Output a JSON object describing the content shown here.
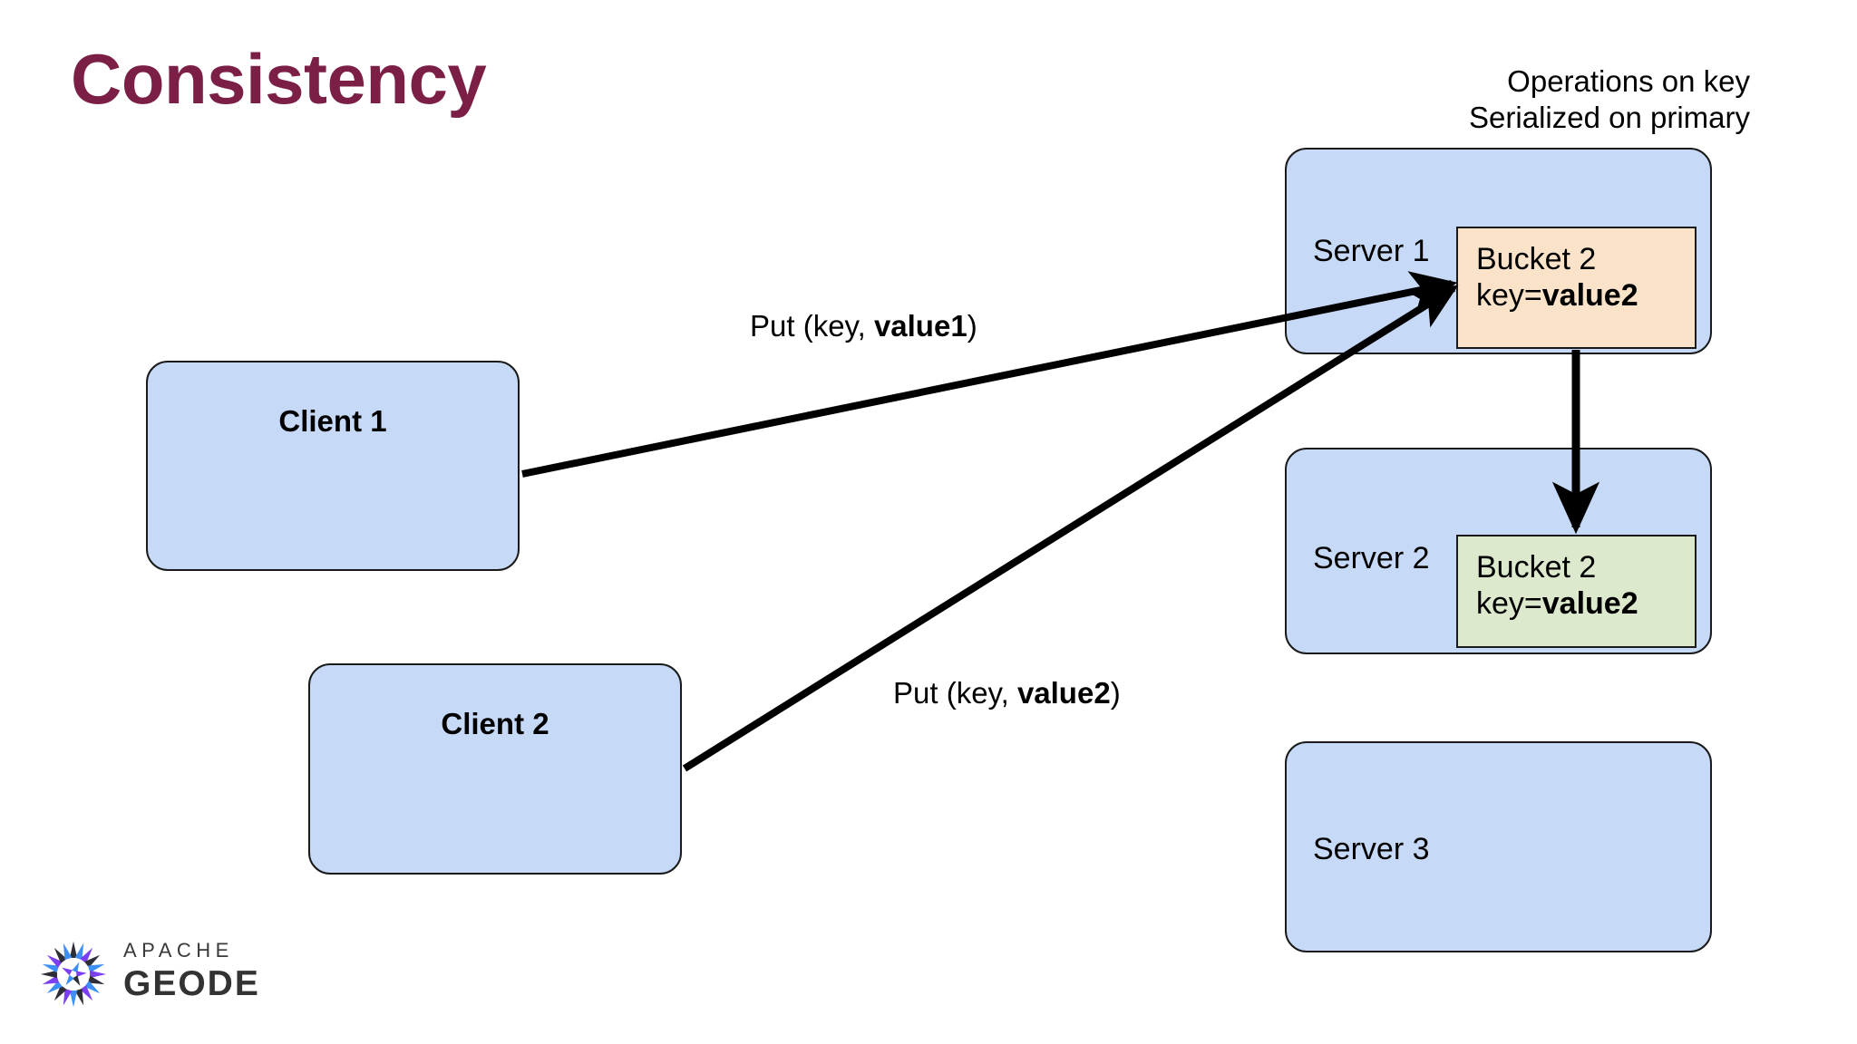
{
  "slide": {
    "title": "Consistency",
    "title_color": "#7B1F47",
    "background": "#ffffff"
  },
  "colors": {
    "node_fill": "#C6D9F7",
    "node_stroke": "#1a1a1a",
    "bucket_primary_fill": "#FBE3C9",
    "bucket_secondary_fill": "#DCE9CD",
    "arrow": "#000000"
  },
  "annotations": {
    "primary_note_line1": "Operations on key",
    "primary_note_line2": "Serialized on primary",
    "put_value1_prefix": "Put (key, ",
    "put_value1_bold": "value1",
    "put_value1_suffix": ")",
    "put_value2_prefix": "Put (key, ",
    "put_value2_bold": "value2",
    "put_value2_suffix": ")"
  },
  "clients": [
    {
      "label": "Client 1"
    },
    {
      "label": "Client 2"
    }
  ],
  "servers": [
    {
      "label": "Server 1",
      "bucket": {
        "title": "Bucket 2",
        "entry_prefix": "key=",
        "entry_bold": "value2",
        "fill": "#FBE3C9",
        "role": "primary"
      }
    },
    {
      "label": "Server 2",
      "bucket": {
        "title": "Bucket 2",
        "entry_prefix": "key=",
        "entry_bold": "value2",
        "fill": "#DCE9CD",
        "role": "secondary"
      }
    },
    {
      "label": "Server 3",
      "bucket": null
    }
  ],
  "logo": {
    "word_top": "APACHE",
    "word_bottom": "GEODE"
  }
}
